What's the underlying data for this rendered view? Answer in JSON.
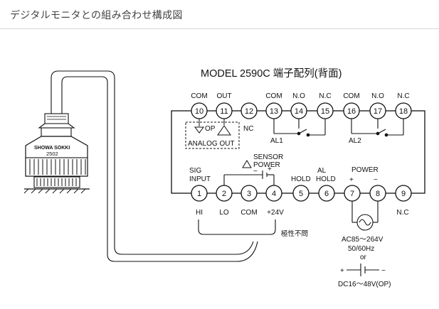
{
  "page_title": "デジタルモニタとの組み合わせ構成図",
  "diagram": {
    "title": "MODEL 2590C 端子配列(背面)",
    "sensor": {
      "brand": "SHOWA SOKKI",
      "model": "2502"
    },
    "top_terminals": [
      {
        "num": "10",
        "label": "COM"
      },
      {
        "num": "11",
        "label": "OUT"
      },
      {
        "num": "12",
        "label": ""
      },
      {
        "num": "13",
        "label": "COM"
      },
      {
        "num": "14",
        "label": "N.O"
      },
      {
        "num": "15",
        "label": "N.C"
      },
      {
        "num": "16",
        "label": "COM"
      },
      {
        "num": "17",
        "label": "N.O"
      },
      {
        "num": "18",
        "label": "N.C"
      }
    ],
    "bottom_terminals": [
      {
        "num": "1",
        "label": "HI"
      },
      {
        "num": "2",
        "label": "LO"
      },
      {
        "num": "3",
        "label": "COM"
      },
      {
        "num": "4",
        "label": "+24V"
      },
      {
        "num": "5",
        "label": ""
      },
      {
        "num": "6",
        "label": ""
      },
      {
        "num": "7",
        "label": ""
      },
      {
        "num": "8",
        "label": ""
      },
      {
        "num": "9",
        "label": "N.C"
      }
    ],
    "labels": {
      "op": "OP",
      "analog_out": "ANALOG OUT",
      "nc": "NC",
      "al1": "AL1",
      "al2": "AL2",
      "sensor_power_1": "SENSOR",
      "sensor_power_2": "POWER",
      "plus": "+",
      "minus": "−",
      "sig": "SIG",
      "input": "INPUT",
      "hold": "HOLD",
      "al_hold_1": "AL",
      "al_hold_2": "HOLD",
      "power": "POWER",
      "power_plus": "+",
      "power_minus": "−",
      "polarity": "極性不問",
      "ac": "AC85～264V",
      "hz": "50/60Hz",
      "or": "or",
      "dc": "DC16～48V(OP)",
      "dc_plus": "+",
      "dc_minus": "−"
    }
  }
}
